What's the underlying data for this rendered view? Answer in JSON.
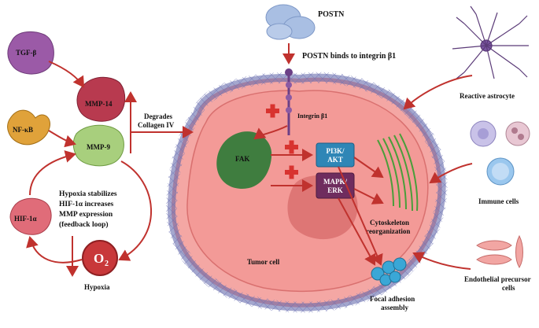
{
  "diagram": {
    "posTN": "POSTN",
    "posTN_binds": "POSTN binds to integrin β1",
    "integrin": "Integrin β1",
    "tgf": "TGF-β",
    "nfkb": "NF-κB",
    "hif": "HIF-1α",
    "mmp14": "MMP-14",
    "mmp9": "MMP-9",
    "degrades_1": "Degrades",
    "degrades_2": "Collagen IV",
    "hypoxia_note": [
      "Hypoxia stabilizes",
      "HIF-1α increases",
      "MMP expression",
      "(feedback loop)"
    ],
    "o2": "O",
    "o2_sub": "2",
    "hypoxia": "Hypoxia",
    "fak": "FAK",
    "pi3k_1": "PI3K/",
    "pi3k_2": "AKT",
    "mapk_1": "MAPK/",
    "mapk_2": "ERK",
    "cytoskeleton_1": "Cytoskeleton",
    "cytoskeleton_2": "reorganization",
    "tumor_cell": "Tumor cell",
    "focal_1": "Focal adhesion",
    "focal_2": "assembly",
    "reactive_astrocyte": "Reactive astrocyte",
    "immune_cells": "Immune cells",
    "endothelial_1": "Endothelial precursor",
    "endothelial_2": "cells"
  },
  "colors": {
    "arrow": "#c0322e",
    "cell_fill": "#ef8e8e",
    "tgf": "#9b5aa7",
    "mmp14": "#b83a4f",
    "nfkb": "#e0a23a",
    "mmp9": "#a8cf7d",
    "hif": "#e06c79",
    "o2": "#c8383a",
    "fak": "#3f7d3f",
    "pi3k": "#2f86b6",
    "mapk": "#6f2c5e",
    "posTN": "#a9bfe3",
    "collagen": "#5a5fa6",
    "focal": "#3aa7d6"
  }
}
